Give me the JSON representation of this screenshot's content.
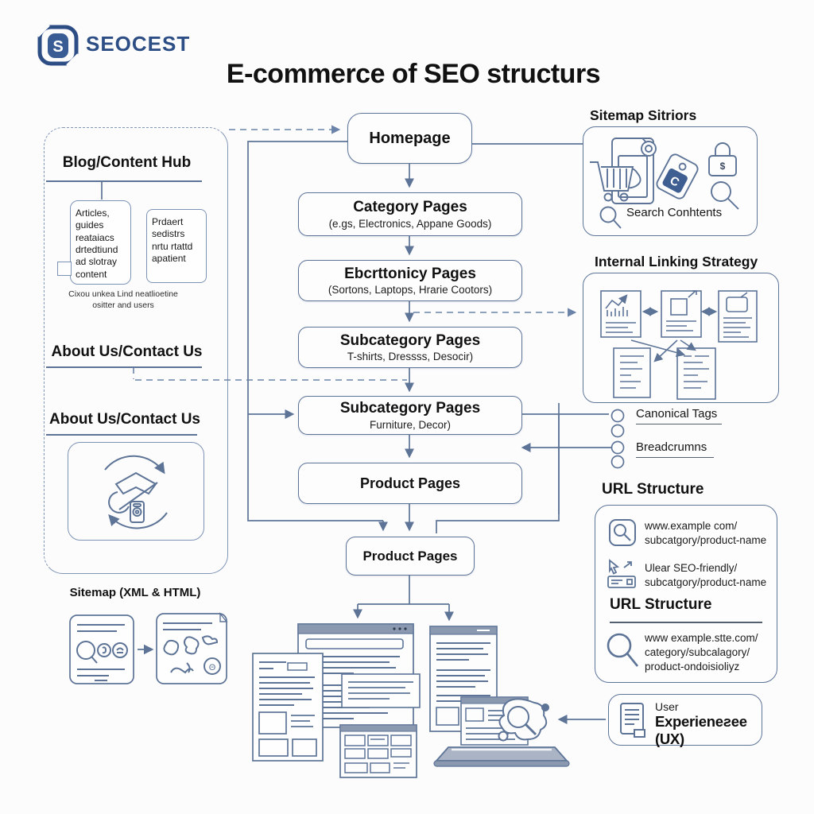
{
  "logo": {
    "text": "SEOCEST",
    "icon_letter": "S"
  },
  "title": "E-commerce of SEO structurs",
  "left": {
    "blog_heading": "Blog/Content Hub",
    "card1": "Articles, guides reataiacs drtedtiund ad slotray content",
    "card2": "Prdaert sedistrs nrtu rtattd apatient",
    "caption": "Cixou unkea Lind neatlioetine ositter and users",
    "about1": "About Us/Contact Us",
    "about2": "About Us/Contact Us",
    "sitemap_heading": "Sitemap (XML & HTML)"
  },
  "flow": {
    "homepage": "Homepage",
    "category_title": "Category Pages",
    "category_sub": "(e.gs, Electronics, Appane Goods)",
    "electronics_title": "Ebcrttonicy Pages",
    "electronics_sub": "(Sortons, Laptops, Hrarie Cootors)",
    "subcat1_title": "Subcategory Pages",
    "subcat1_sub": "T-shirts, Dressss, Desocir)",
    "subcat2_title": "Subcategory Pages",
    "subcat2_sub": "Furniture, Decor)",
    "product1": "Product Pages",
    "product2": "Product Pages"
  },
  "right": {
    "sitemap_heading": "Sitemap Sitriors",
    "tag_letter": "C",
    "lock_symbol": "$",
    "search_label": "Search Conhtents",
    "linking_heading": "Internal Linking Strategy",
    "canonical": "Canonical Tags",
    "breadcrumbs": "Breadcrumns",
    "url_heading": "URL Structure",
    "url_row1_line1": "www.example com/",
    "url_row1_line2": "subcatgory/product-name",
    "url_row2_line1": "Ulear SEO-friendly/",
    "url_row2_line2": "subcatgory/product-name",
    "url_inner_heading": "URL Structure",
    "url_row3_line1": "www example.stte.com/",
    "url_row3_line2": "category/subcalagory/",
    "url_row3_line3": "product-ondoisioliyz",
    "ux_line1": "User",
    "ux_line2": "Experieneƨee (UX)",
    "theta": "Θ"
  },
  "colors": {
    "line": "#5d7497",
    "dashed": "#6b83a8",
    "accent": "#2d4d85",
    "bar": "#8b99b0"
  }
}
